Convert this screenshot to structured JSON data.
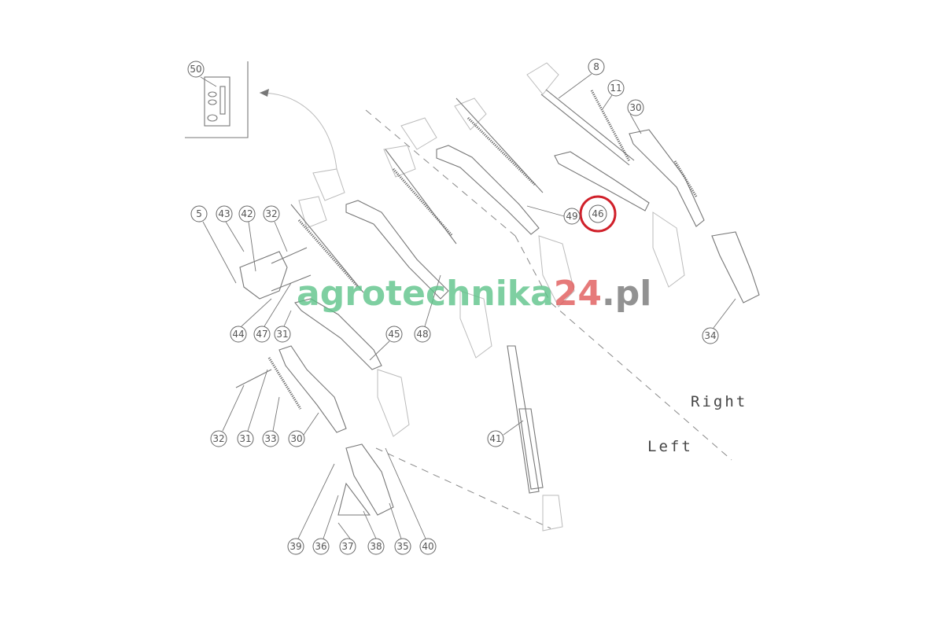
{
  "diagram": {
    "callouts": [
      "50",
      "8",
      "11",
      "30",
      "46",
      "49",
      "5",
      "43",
      "42",
      "32",
      "44",
      "47",
      "31",
      "45",
      "48",
      "34",
      "32",
      "31",
      "33",
      "30",
      "41",
      "39",
      "36",
      "37",
      "38",
      "35",
      "40"
    ],
    "highlighted_callout": "46",
    "side_labels": {
      "right": "Right",
      "left": "Left"
    },
    "highlight_color": "#d0202a"
  },
  "watermark": {
    "main": "agrotechnika",
    "number": "24",
    "tld": ".pl"
  }
}
